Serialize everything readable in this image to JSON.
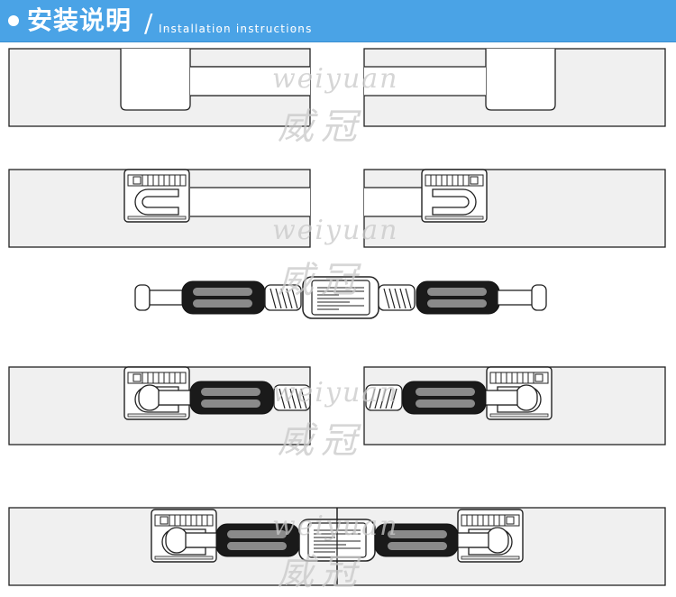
{
  "header": {
    "title_cn": "安装说明",
    "separator": "/",
    "title_en": "Installation instructions",
    "background_color": "#4aa3e6"
  },
  "watermark": {
    "latin": "weiyuan",
    "chinese": "威冠"
  },
  "steps": [
    {
      "name": "step-1",
      "description": "boards-with-holes"
    },
    {
      "name": "step-2",
      "description": "housings-inserted"
    },
    {
      "name": "step-3",
      "description": "connector-bolt"
    },
    {
      "name": "step-4",
      "description": "bolts-inserted"
    },
    {
      "name": "step-5",
      "description": "boards-joined"
    }
  ],
  "colors": {
    "board_fill": "#f0f0f0",
    "outline": "#222222",
    "grip_fill": "#1a1a1a",
    "grip_stripe": "#8a8a8a"
  }
}
